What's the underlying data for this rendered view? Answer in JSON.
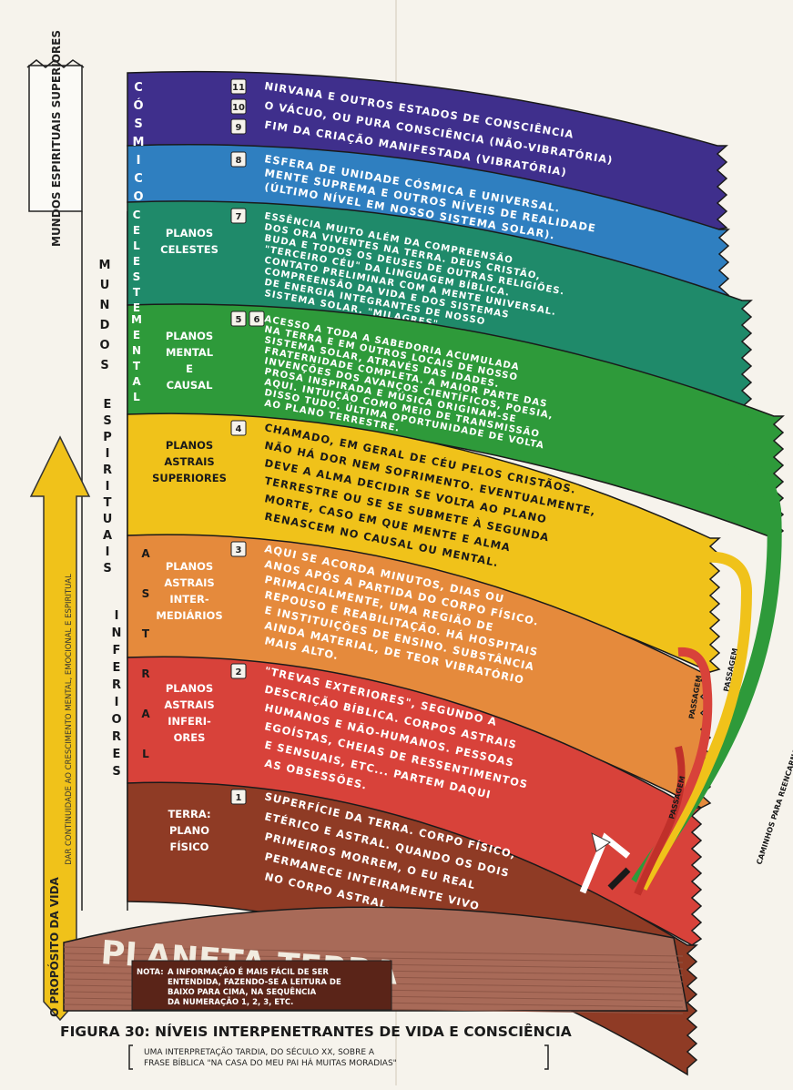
{
  "side_labels": {
    "superior": "MUNDOS ESPIRITUAIS SUPERIORES",
    "mundos": "MUNDOS",
    "espirituais": "ESPIRITUAIS",
    "inferiores": "INFERIORES",
    "cosmico": "CÓSMICO",
    "celeste": "CELESTE",
    "mental": "MENTAL",
    "astral": "ASTRAL",
    "purpose_main": "O PROPÓSITO DA VIDA",
    "purpose_sub": "DAR CONTINUIDADE AO CRESCIMENTO MENTAL, EMOCIONAL E ESPIRITUAL"
  },
  "bands": [
    {
      "key": "cosmic_top",
      "color": "#3f2f8c",
      "numbers": [
        "11",
        "10",
        "9"
      ],
      "plane_label": [],
      "lines": [
        "NIRVANA E OUTROS ESTADOS DE CONSCIÊNCIA",
        "O VÁCUO, OU PURA CONSCIÊNCIA (NÃO-VIBRATÓRIA)",
        "FIM DA CRIAÇÃO MANIFESTADA (VIBRATÓRIA)"
      ]
    },
    {
      "key": "cosmic_low",
      "color": "#2f7fc0",
      "numbers": [
        "8"
      ],
      "plane_label": [],
      "lines": [
        "ESFERA DE UNIDADE CÓSMICA E UNIVERSAL.",
        "MENTE SUPREMA E OUTROS NÍVEIS DE REALIDADE",
        "(ÚLTIMO NÍVEL EM NOSSO SISTEMA SOLAR)."
      ]
    },
    {
      "key": "celeste",
      "color": "#1f8a6a",
      "numbers": [
        "7"
      ],
      "plane_label": [
        "PLANOS",
        "CELESTES"
      ],
      "lines": [
        "ESSÊNCIA MUITO ALÉM DA COMPREENSÃO",
        "DOS ORA VIVENTES NA TERRA. DEUS CRISTÃO,",
        "BUDA E TODOS OS DEUSES DE OUTRAS RELIGIÕES.",
        "\"TERCEIRO CÉU\" DA LINGUAGEM BÍBLICA.",
        "CONTATO PRELIMINAR COM A MENTE UNIVERSAL.",
        "COMPREENSÃO DA VIDA E DOS SISTEMAS",
        "DE ENERGIA INTEGRANTES DE NOSSO",
        "SISTEMA SOLAR. \"MILAGRES\""
      ]
    },
    {
      "key": "mental",
      "color": "#2e9a3a",
      "numbers": [
        "5",
        "6"
      ],
      "plane_label": [
        "PLANOS",
        "MENTAL",
        "E",
        "CAUSAL"
      ],
      "lines": [
        "ACESSO A TODA A SABEDORIA ACUMULADA",
        "NA TERRA E EM OUTROS LOCAIS DE NOSSO",
        "SISTEMA SOLAR, ATRAVÉS DAS IDADES.",
        "FRATERNIDADE COMPLETA. A MAIOR PARTE DAS",
        "INVENÇÕES DOS AVANÇOS CIENTÍFICOS, POESIA,",
        "PROSA INSPIRADA E MÚSICA ORIGINAM-SE",
        "AQUI. INTUIÇÃO COMO MEIO DE TRANSMISSÃO",
        "DISSO TUDO. ÚLTIMA OPORTUNIDADE DE VOLTA",
        "AO PLANO TERRESTRE."
      ]
    },
    {
      "key": "astral_sup",
      "color": "#f0c21a",
      "numbers": [
        "4"
      ],
      "plane_label": [
        "PLANOS",
        "ASTRAIS",
        "SUPERIORES"
      ],
      "lines": [
        "CHAMADO, EM GERAL DE CÉU PELOS CRISTÃOS.",
        "NÃO HÁ DOR NEM SOFRIMENTO. EVENTUALMENTE,",
        "DEVE A ALMA DECIDIR SE VOLTA AO PLANO",
        "TERRESTRE OU SE SE SUBMETE À SEGUNDA",
        "MORTE, CASO EM QUE MENTE E ALMA",
        "RENASCEM NO CAUSAL OU MENTAL."
      ]
    },
    {
      "key": "astral_int",
      "color": "#e58a3c",
      "numbers": [
        "3"
      ],
      "plane_label": [
        "PLANOS",
        "ASTRAIS",
        "INTER-",
        "MEDIÁRIOS"
      ],
      "lines": [
        "AQUI SE ACORDA MINUTOS, DIAS OU",
        "ANOS APÓS A PARTIDA DO CORPO FÍSICO.",
        "PRIMACIALMENTE, UMA REGIÃO DE",
        "REPOUSO E REABILITAÇÃO. HÁ HOSPITAIS",
        "E INSTITUIÇÕES DE ENSINO. SUBSTÂNCIA",
        "AINDA MATERIAL, DE TEOR VIBRATÓRIO",
        "MAIS ALTO."
      ]
    },
    {
      "key": "astral_inf",
      "color": "#d8423a",
      "numbers": [
        "2"
      ],
      "plane_label": [
        "PLANOS",
        "ASTRAIS",
        "INFERI-",
        "ORES"
      ],
      "lines": [
        "\"TREVAS EXTERIORES\", SEGUNDO A",
        "DESCRIÇÃO BÍBLICA. CORPOS ASTRAIS",
        "HUMANOS E NÃO-HUMANOS. PESSOAS",
        "EGOÍSTAS, CHEIAS DE RESSENTIMENTOS",
        "E SENSUAIS, ETC... PARTEM DAQUI",
        "AS OBSESSÕES."
      ]
    },
    {
      "key": "terra",
      "color": "#8f3b25",
      "numbers": [
        "1"
      ],
      "plane_label": [
        "TERRA:",
        "PLANO",
        "FÍSICO"
      ],
      "lines": [
        "SUPERFÍCIE DA TERRA. CORPO FÍSICO,",
        "ETÉRICO E ASTRAL. QUANDO OS DOIS",
        "PRIMEIROS MORREM, O EU REAL",
        "PERMANECE INTEIRAMENTE VIVO",
        "NO CORPO ASTRAL."
      ]
    }
  ],
  "planet": "PLANETA TERRA",
  "note_label": "NOTA:",
  "note_lines": [
    "A INFORMAÇÃO É MAIS FÁCIL DE SER",
    "ENTENDIDA, FAZENDO-SE A LEITURA DE",
    "BAIXO PARA CIMA, NA SEQUÊNCIA",
    "DA NUMERAÇÃO 1, 2, 3, ETC."
  ],
  "caption": "FIGURA 30: NÍVEIS INTERPENETRANTES DE VIDA E CONSCIÊNCIA",
  "subcaption_lines": [
    "UMA INTERPRETAÇÃO TARDIA, DO SÉCULO XX, SOBRE A",
    "FRASE BÍBLICA \"NA CASA DO MEU PAI HÁ MUITAS MORADIAS\""
  ],
  "path_labels": {
    "passagem1": "PASSAGEM",
    "passagem2": "PASSAGEM",
    "passagem3": "PASSAGEM",
    "reincarnacao": "CAMINHOS PARA REENCARNAÇÃO (SE HOUVER)"
  },
  "colors": {
    "paper": "#f6f3ec",
    "ink": "#1a1a1a",
    "planet": "#a86a58",
    "arrow_yellow": "#f0c21a",
    "path_green": "#2e9a3a",
    "path_red": "#d8423a",
    "path_yellow": "#f0c21a"
  }
}
